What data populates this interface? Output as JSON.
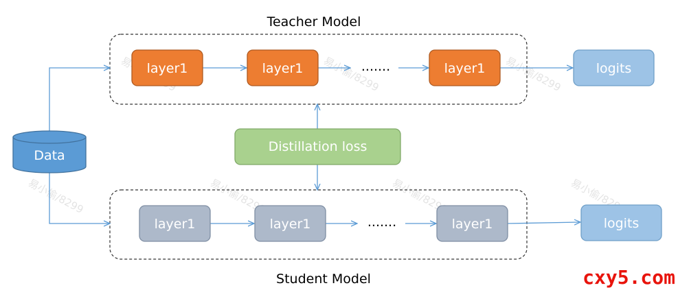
{
  "teacher": {
    "title": "Teacher Model",
    "layers": [
      "layer1",
      "layer1",
      "layer1"
    ],
    "ellipsis": ".......",
    "output": "logits"
  },
  "student": {
    "title": "Student Model",
    "layers": [
      "layer1",
      "layer1",
      "layer1"
    ],
    "ellipsis": ".......",
    "output": "logits"
  },
  "data_node": {
    "label": "Data"
  },
  "distillation": {
    "label": "Distillation loss"
  },
  "watermark": {
    "text": "易小偷/8299"
  },
  "brand": {
    "text": "cxy5.com"
  },
  "colors": {
    "teacher_layer": "#ED7D31",
    "student_layer": "#ADB9CA",
    "logits": "#9DC3E6",
    "distillation": "#A9D18E",
    "data": "#5B9BD5",
    "arrow": "#5B9BD5",
    "brand": "#E8140C"
  }
}
